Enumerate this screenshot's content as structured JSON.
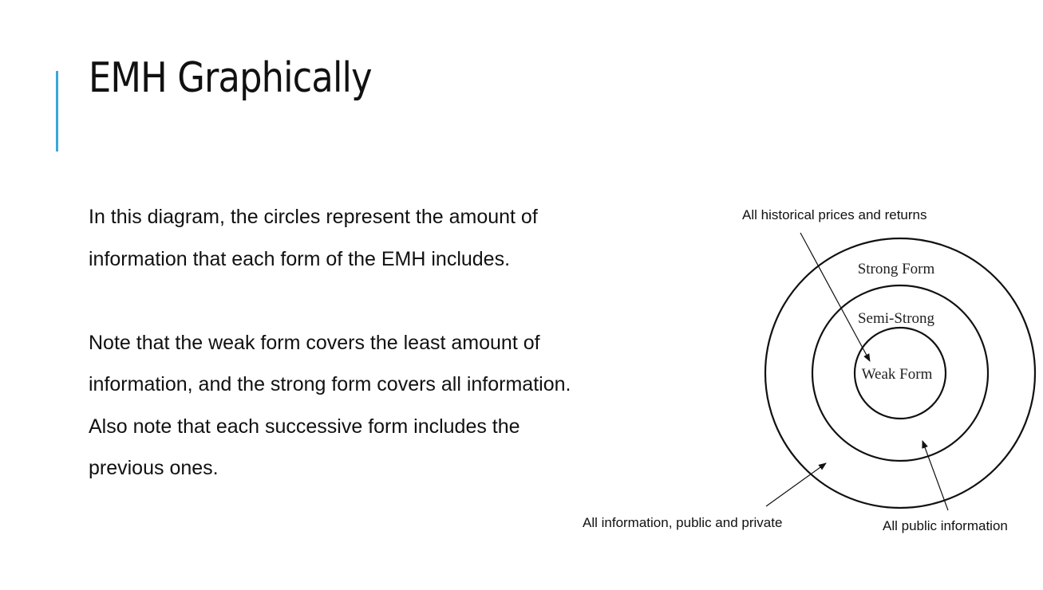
{
  "slide": {
    "title": "EMH Graphically",
    "accent_color": "#3aa7d8",
    "paragraphs": [
      "In this diagram, the circles represent the amount of",
      "information that each form of the EMH includes.",
      "Note that the weak form covers the least amount of",
      "information, and the strong form covers all information.",
      "Also note that each successive form includes the",
      "previous ones."
    ]
  },
  "diagram": {
    "rings": {
      "outer": "Strong Form",
      "middle": "Semi-Strong",
      "inner": "Weak Form"
    },
    "annotations": {
      "historical": "All historical prices and returns",
      "all_info": "All information, public and private",
      "public": "All public information"
    }
  }
}
